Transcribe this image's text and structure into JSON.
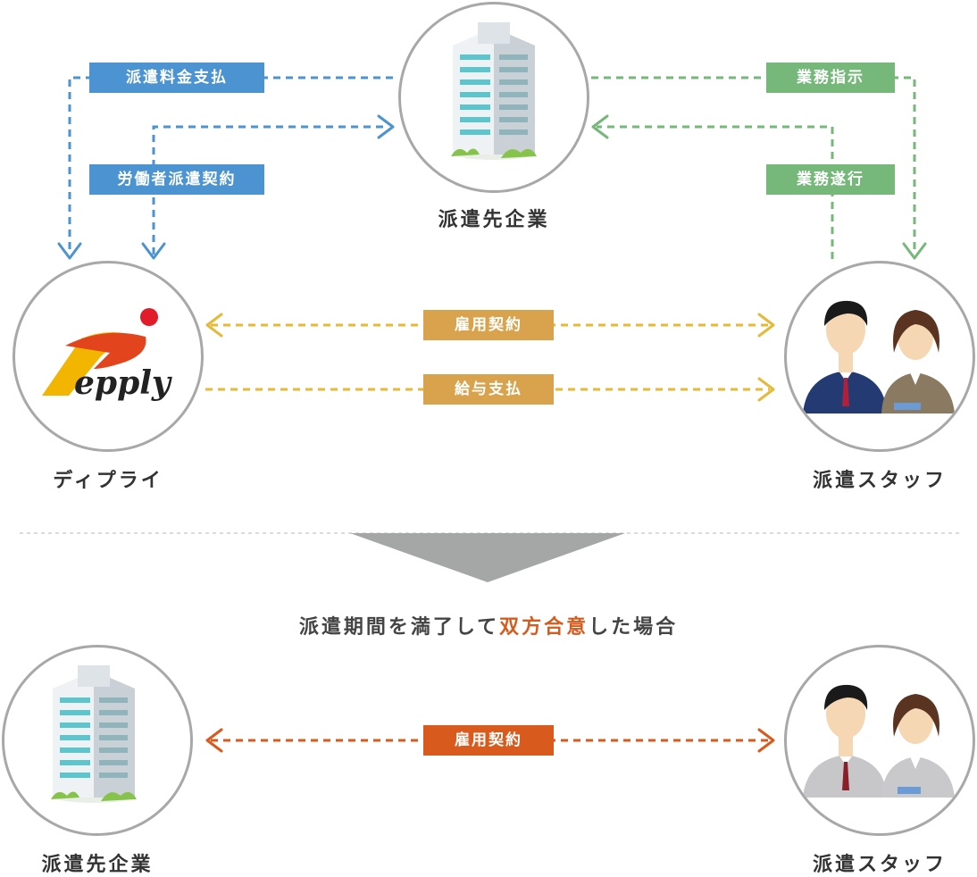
{
  "nodes": {
    "client_top": "派遣先企業",
    "epply": "ディプライ",
    "staff_top": "派遣スタッフ",
    "client_bottom": "派遣先企業",
    "staff_bottom": "派遣スタッフ"
  },
  "logo": {
    "text": "epply"
  },
  "tags": {
    "fee_payment": "派遣料金支払",
    "dispatch_contract": "労働者派遣契約",
    "work_instruction": "業務指示",
    "work_execution": "業務遂行",
    "employment_contract_top": "雇用契約",
    "salary_payment": "給与支払",
    "employment_contract_bottom": "雇用契約"
  },
  "headline": {
    "before": "派遣期間を満了して",
    "accent": "双方合意",
    "after": "した場合"
  },
  "colors": {
    "blue": "#4b93d1",
    "green": "#76b77a",
    "gold": "#e6b93a",
    "orange": "#d85a1c",
    "circle_border": "#a8a8a8"
  }
}
